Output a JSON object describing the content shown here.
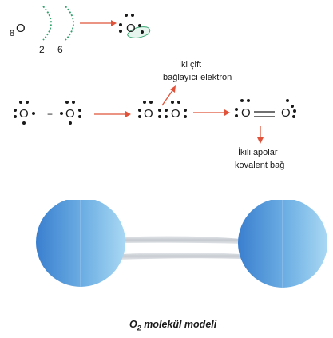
{
  "bohr": {
    "atomic_number": "8",
    "element": "O",
    "shell_counts": [
      "2",
      "6"
    ]
  },
  "lewis_row1": {
    "element": "O"
  },
  "reaction": {
    "atom": "O",
    "plus": "+",
    "pair_left": "O",
    "pair_right": "O",
    "double_left": "O",
    "double_right": "O"
  },
  "annotation_top": {
    "line1": "İki çift",
    "line2": "bağlayıcı elektron"
  },
  "annotation_bottom": {
    "line1": "İkili apolar",
    "line2": "kovalent bağ"
  },
  "model": {
    "caption_main": "O",
    "caption_sub": "2",
    "caption_rest": " molekül modeli",
    "sphere_color_dark": "#3a7fcf",
    "sphere_color_light": "#a9d8f3",
    "bond_color": "#cfd3d8"
  },
  "colors": {
    "arrow": "#e0533a",
    "shell": "#2ea36a",
    "text": "#1a1a1a"
  },
  "icons": [
    "arrow-right-icon",
    "arrow-up-right-icon",
    "arrow-down-icon"
  ]
}
